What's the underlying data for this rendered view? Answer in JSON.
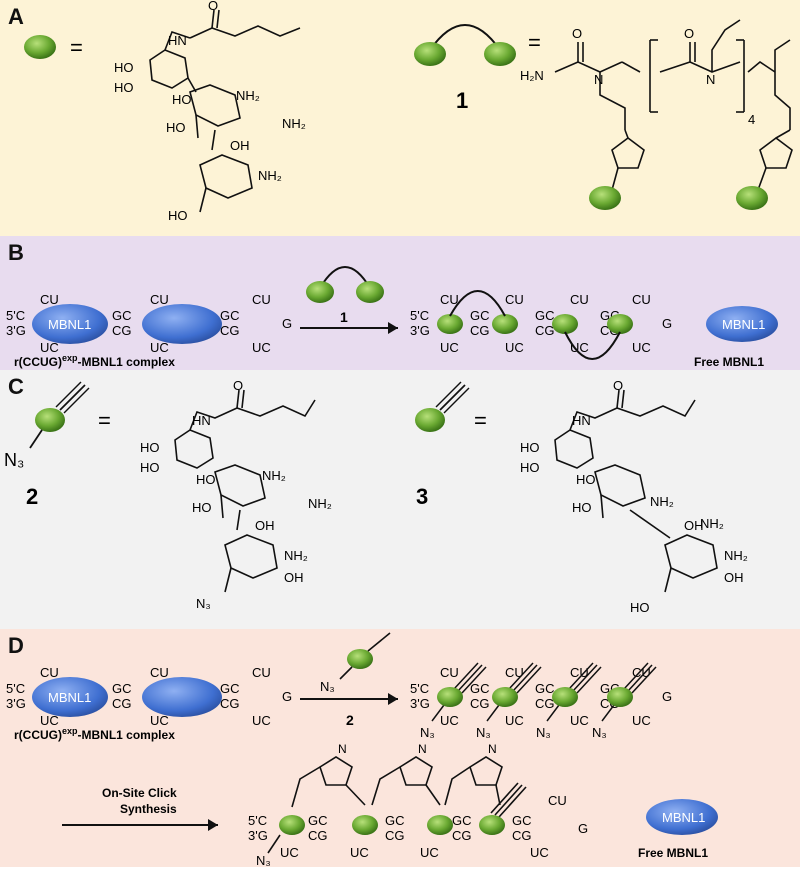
{
  "panels": {
    "a": {
      "label": "A"
    },
    "b": {
      "label": "B"
    },
    "c": {
      "label": "C"
    },
    "d": {
      "label": "D"
    }
  },
  "legend": {
    "equals": "="
  },
  "compounds": {
    "c1": "1",
    "c2": "2",
    "c3": "3"
  },
  "rna": {
    "five_prime": "5'C",
    "three_prime": "3'G",
    "top_pair": "GC",
    "bottom_pair": "CG",
    "loop_top": "CU",
    "loop_bottom": "UC",
    "end_top": "C",
    "end_bottom": "G"
  },
  "protein": {
    "name": "MBNL1"
  },
  "captions": {
    "complex_prefix": "r(CCUG)",
    "complex_sup": "exp",
    "complex_suffix": "-MBNL1 complex",
    "free": "Free MBNL1",
    "click_line1": "On-Site Click",
    "click_line2": "Synthesis"
  },
  "chem": {
    "azide": "N₃",
    "nh2": "NH₂",
    "oh": "OH",
    "ho": "HO",
    "hn": "HN",
    "h2n": "H₂N",
    "o": "O",
    "n": "N",
    "sub4": "4"
  },
  "colors": {
    "panel_a": "#fdf3d6",
    "panel_b": "#e8dcef",
    "panel_c": "#f2f2f2",
    "panel_d": "#fbe5dc",
    "ligand_green": "#6aa932",
    "mbnl1_blue": "#3f6fd1"
  }
}
